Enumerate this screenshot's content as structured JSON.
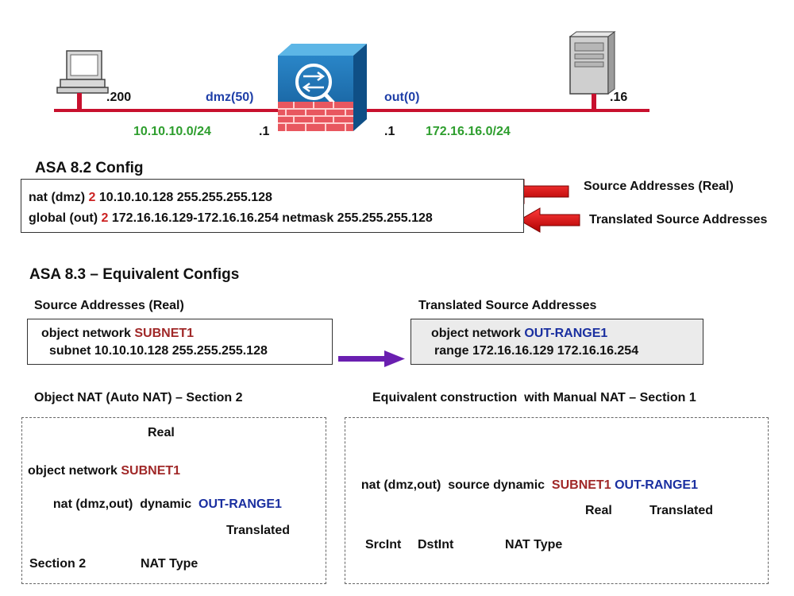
{
  "topology": {
    "host_left_ip": ".200",
    "dmz_iface": "dmz(50)",
    "dmz_subnet": "10.10.10.0/24",
    "dmz_fw_ip": ".1",
    "out_iface": "out(0)",
    "out_fw_ip": ".1",
    "out_subnet": "172.16.16.0/24",
    "server_ip": ".16"
  },
  "asa82": {
    "title": "ASA 8.2 Config",
    "line1": {
      "pre": "nat (dmz) ",
      "id": "2",
      "post": " 10.10.10.128 255.255.255.128"
    },
    "line2": {
      "pre": "global (out) ",
      "id": "2",
      "post": " 172.16.16.129-172.16.16.254 netmask 255.255.255.128"
    },
    "arrow1_label": "Source Addresses (Real)",
    "arrow2_label": "Translated Source Addresses"
  },
  "asa83": {
    "title": "ASA 8.3 – Equivalent Configs",
    "real_title": "Source Addresses (Real)",
    "real_line1_pre": "object network ",
    "real_line1_name": "SUBNET1",
    "real_line2": "subnet 10.10.10.128 255.255.255.128",
    "trans_title": "Translated Source Addresses",
    "trans_line1_pre": "object network ",
    "trans_line1_name": "OUT-RANGE1",
    "trans_line2": "range 172.16.16.129 172.16.16.254"
  },
  "object_nat": {
    "title": "Object NAT (Auto NAT) – Section 2",
    "real_label": "Real",
    "line1_pre": "object network ",
    "line1_name": "SUBNET1",
    "line2_pre": "nat (dmz,out)  dynamic  ",
    "line2_name": "OUT-RANGE1",
    "translated_label": "Translated",
    "section_label": "Section 2",
    "nat_type_label": "NAT Type"
  },
  "manual_nat": {
    "title": "Equivalent construction  with Manual NAT – Section 1",
    "line_pre": "nat (dmz,out)  source dynamic  ",
    "real_name": "SUBNET1",
    "trans_name": "OUT-RANGE1",
    "real_label": "Real",
    "translated_label": "Translated",
    "srcint_label": "SrcInt",
    "dstint_label": "DstInt",
    "nat_type_label": "NAT Type"
  }
}
